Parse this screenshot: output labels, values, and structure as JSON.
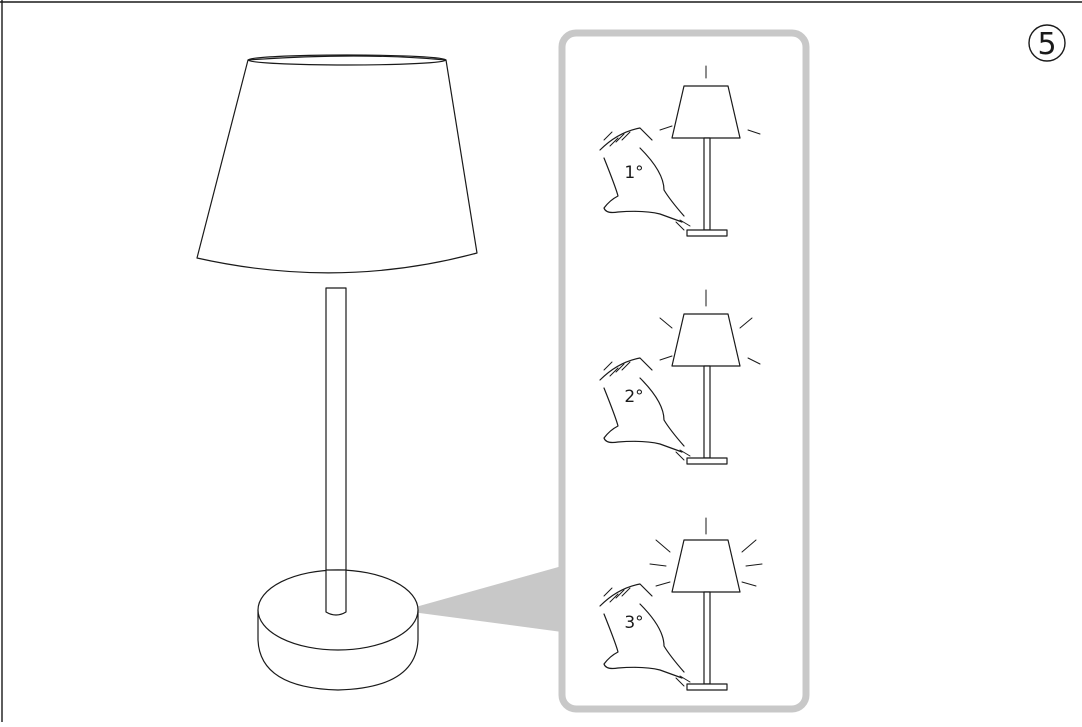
{
  "step_number": "5",
  "steps": [
    {
      "label": "1°",
      "rays": 1
    },
    {
      "label": "2°",
      "rays": 2
    },
    {
      "label": "3°",
      "rays": 3
    }
  ],
  "colors": {
    "ink": "#1a1a1a",
    "callout": "#c8c8c8",
    "background": "#ffffff"
  }
}
